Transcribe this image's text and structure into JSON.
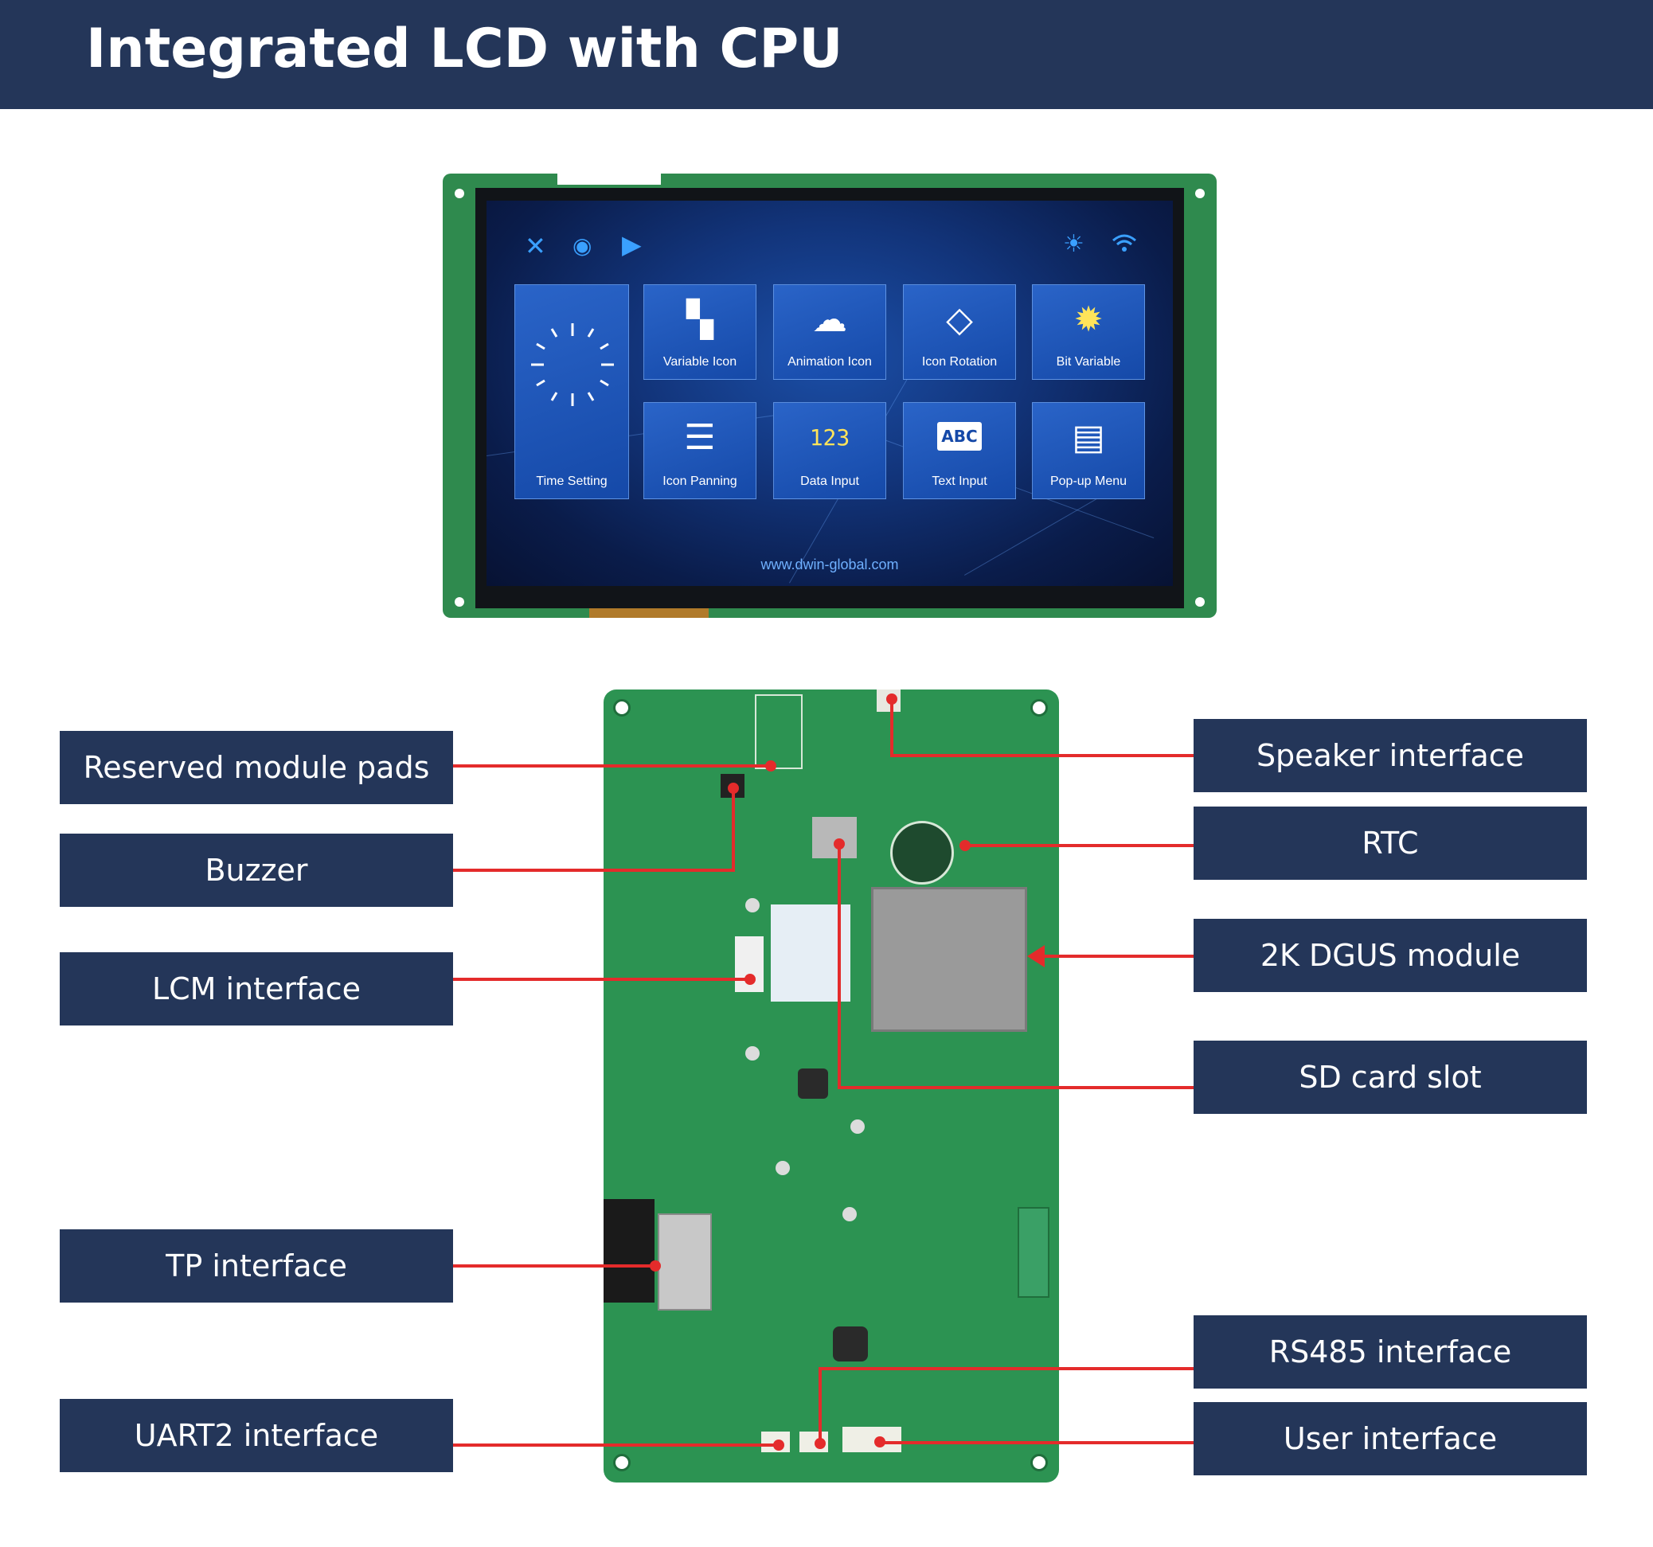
{
  "header": {
    "title": "Integrated LCD with CPU",
    "background": "#243659"
  },
  "lcd": {
    "tiles": [
      {
        "label": "Time Setting",
        "icon": "clock-icon"
      },
      {
        "label": "Variable Icon",
        "icon": "grid-icon"
      },
      {
        "label": "Animation Icon",
        "icon": "cloud-sun-icon"
      },
      {
        "label": "Icon Rotation",
        "icon": "rotate-icon"
      },
      {
        "label": "Bit Variable",
        "icon": "bulb-icon"
      },
      {
        "label": "Icon Panning",
        "icon": "sliders-icon"
      },
      {
        "label": "Data Input",
        "icon": "numeric-icon"
      },
      {
        "label": "Text Input",
        "icon": "abc-book-icon"
      },
      {
        "label": "Pop-up Menu",
        "icon": "menu-icon"
      }
    ],
    "abc_text": "ABC",
    "num_text": "123",
    "url": "www.dwin-global.com",
    "top_icons": [
      "tools-icon",
      "camera-icon",
      "play-icon",
      "brightness-icon",
      "wifi-icon"
    ]
  },
  "callouts": {
    "left": [
      "Reserved module pads",
      "Buzzer",
      "LCM interface",
      "TP interface",
      "UART2 interface"
    ],
    "right": [
      "Speaker interface",
      "RTC",
      "2K DGUS module",
      "SD card slot",
      "RS485 interface",
      "User interface"
    ]
  },
  "colors": {
    "label_bg": "#243659",
    "leader": "#e42b2b",
    "pcb": "#2c9352"
  }
}
